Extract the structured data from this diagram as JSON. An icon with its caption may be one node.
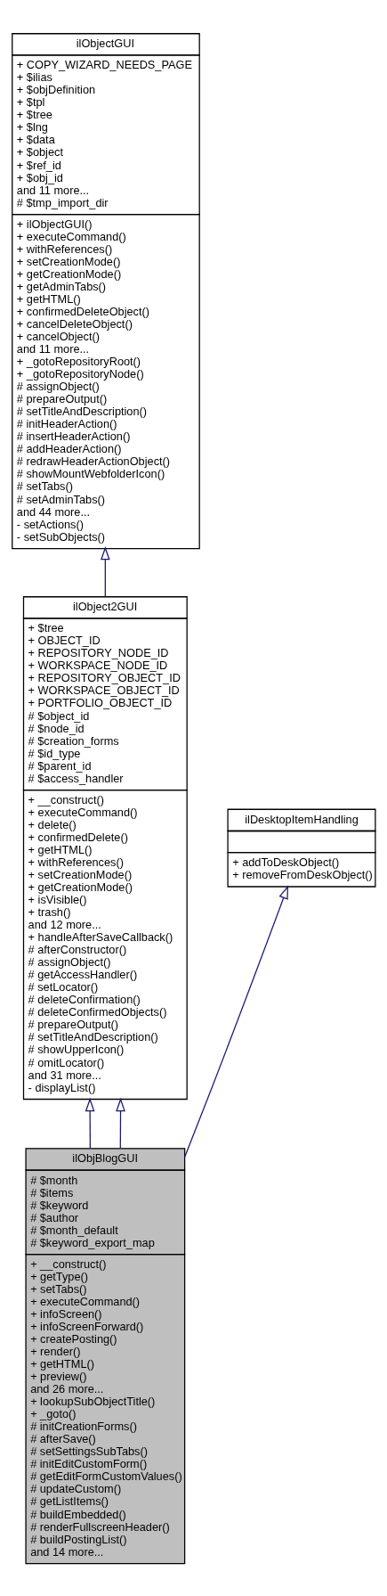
{
  "diagram": {
    "nodes": [
      {
        "text": [
          "ilObjectGUI",
          "+ COPY_WIZARD_NEEDS_PAGE",
          "+ $ilias",
          "+ $objDefinition",
          "+ $tpl",
          "+ $tree",
          "+ $lng",
          "+ $data",
          "+ $object",
          "+ $ref_id",
          "+ $obj_id",
          "and 11 more...",
          "# $tmp_import_dir",
          "+ ilObjectGUI()",
          "+ executeCommand()",
          "+ withReferences()",
          "+ setCreationMode()",
          "+ getCreationMode()",
          "+ getAdminTabs()",
          "+ getHTML()",
          "+ confirmedDeleteObject()",
          "+ cancelDeleteObject()",
          "+ cancelObject()",
          "and 11 more...",
          "+ _gotoRepositoryRoot()",
          "+ _gotoRepositoryNode()",
          "# assignObject()",
          "# prepareOutput()",
          "# setTitleAndDescription()",
          "# initHeaderAction()",
          "# insertHeaderAction()",
          "# addHeaderAction()",
          "# redrawHeaderActionObject()",
          "# showMountWebfolderIcon()",
          "# setTabs()",
          "# setAdminTabs()",
          "and 44 more...",
          "- setActions()",
          "- setSubObjects()"
        ]
      },
      {
        "text": [
          "ilObject2GUI",
          "+ $tree",
          "+ OBJECT_ID",
          "+ REPOSITORY_NODE_ID",
          "+ WORKSPACE_NODE_ID",
          "+ REPOSITORY_OBJECT_ID",
          "+ WORKSPACE_OBJECT_ID",
          "+ PORTFOLIO_OBJECT_ID",
          "# $object_id",
          "# $node_id",
          "# $creation_forms",
          "# $id_type",
          "# $parent_id",
          "# $access_handler",
          "+ __construct()",
          "+ executeCommand()",
          "+ delete()",
          "+ confirmedDelete()",
          "+ getHTML()",
          "+ withReferences()",
          "+ setCreationMode()",
          "+ getCreationMode()",
          "+ isVisible()",
          "+ trash()",
          "and 12 more...",
          "+ handleAfterSaveCallback()",
          "# afterConstructor()",
          "# assignObject()",
          "# getAccessHandler()",
          "# setLocator()",
          "# deleteConfirmation()",
          "# deleteConfirmedObjects()",
          "# prepareOutput()",
          "# setTitleAndDescription()",
          "# showUpperIcon()",
          "# omitLocator()",
          "and 31 more...",
          "- displayList()"
        ]
      },
      {
        "text": [
          "ilDesktopItemHandling",
          "+ addToDeskObject()",
          "+ removeFromDeskObject()"
        ]
      },
      {
        "text": [
          "ilObjBlogGUI",
          "# $month",
          "# $items",
          "# $keyword",
          "# $author",
          "# $month_default",
          "# $keyword_export_map",
          "+ __construct()",
          "+ getType()",
          "+ setTabs()",
          "+ executeCommand()",
          "+ infoScreen()",
          "+ infoScreenForward()",
          "+ createPosting()",
          "+ render()",
          "+ getHTML()",
          "+ preview()",
          "and 26 more...",
          "+ lookupSubObjectTitle()",
          "+ _goto()",
          "# initCreationForms()",
          "# afterSave()",
          "# setSettingsSubTabs()",
          "# initEditCustomForm()",
          "# getEditFormCustomValues()",
          "# updateCustom()",
          "# getListItems()",
          "# buildEmbedded()",
          "# renderFullscreenHeader()",
          "# buildPostingList()",
          "and 14 more..."
        ]
      }
    ],
    "edges": [
      {
        "from": 1,
        "to": 0,
        "arrow": "to"
      },
      {
        "from": 3,
        "to": 1,
        "arrow": "to"
      },
      {
        "from": 3,
        "to": 1,
        "arrow": "to"
      },
      {
        "from": 3,
        "to": 2,
        "arrow": "to"
      }
    ]
  }
}
